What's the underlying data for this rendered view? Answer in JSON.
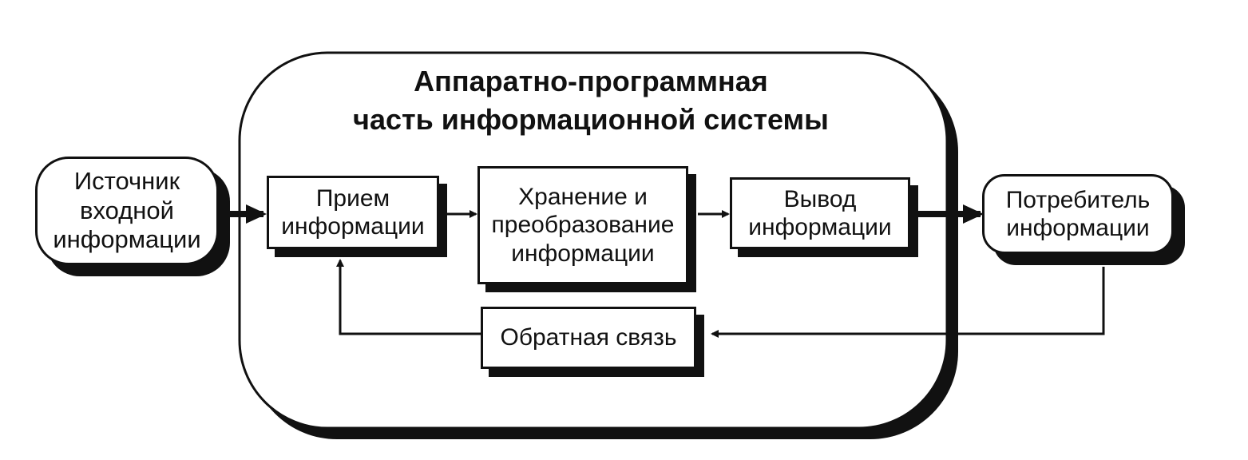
{
  "diagram": {
    "title": "Аппаратно-программная\nчасть информационной системы",
    "nodes": {
      "source": "Источник\nвходной\nинформации",
      "input": "Прием\nинформации",
      "storage": "Хранение и\nпреобразование\nинформации",
      "output": "Вывод\nинформации",
      "consumer": "Потребитель\nинформации",
      "feedback": "Обратная связь"
    },
    "colors": {
      "ink": "#111111",
      "background": "#ffffff"
    }
  }
}
